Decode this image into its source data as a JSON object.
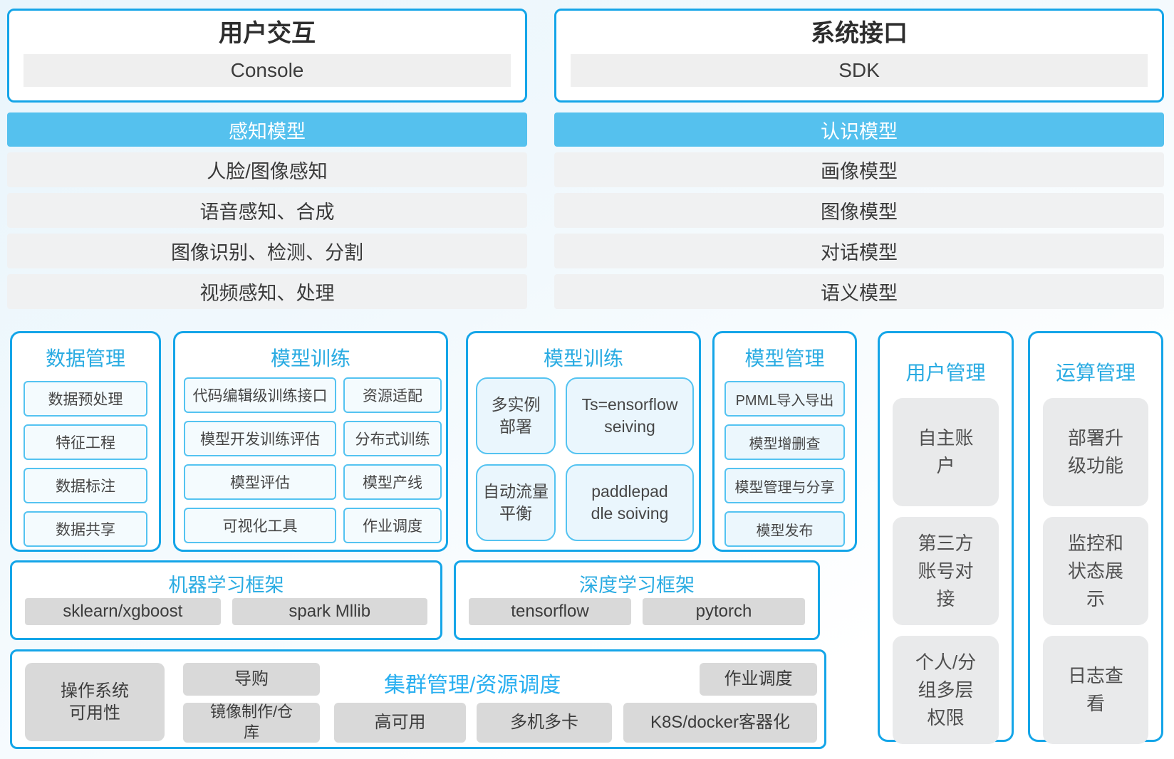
{
  "top": {
    "left": {
      "title": "用户交互",
      "sub": "Console"
    },
    "right": {
      "title": "系统接口",
      "sub": "SDK"
    }
  },
  "perception": {
    "header": "感知模型",
    "rows": [
      "人脸/图像感知",
      "语音感知、合成",
      "图像识别、检测、分割",
      "视频感知、处理"
    ]
  },
  "cognition": {
    "header": "认识模型",
    "rows": [
      "画像模型",
      "图像模型",
      "对话模型",
      "语义模型"
    ]
  },
  "panels": {
    "data_mgmt": {
      "title": "数据管理",
      "items": [
        "数据预处理",
        "特征工程",
        "数据标注",
        "数据共享"
      ]
    },
    "model_training": {
      "title": "模型训练",
      "items": [
        "代码编辑级训练接口",
        "资源适配",
        "模型开发训练评估",
        "分布式训练",
        "模型评估",
        "模型产线",
        "可视化工具",
        "作业调度"
      ]
    },
    "model_serving": {
      "title": "模型训练",
      "items": [
        "多实例\n部署",
        "Ts=ensorflow\nseiving",
        "自动流量\n平衡",
        "paddlepad\ndle soiving"
      ]
    },
    "model_mgmt": {
      "title": "模型管理",
      "items": [
        "PMML导入导出",
        "模型增删查",
        "模型管理与分享",
        "模型发布"
      ]
    },
    "user_mgmt": {
      "title": "用户管理",
      "items": [
        "自主账\n户",
        "第三方\n账号对\n接",
        "个人/分\n组多层\n权限"
      ]
    },
    "ops_mgmt": {
      "title": "运算管理",
      "items": [
        "部署升\n级功能",
        "监控和\n状态展\n示",
        "日志查\n看"
      ]
    }
  },
  "frameworks": {
    "ml": {
      "title": "机器学习框架",
      "items": [
        "sklearn/xgboost",
        "spark Mllib"
      ]
    },
    "dl": {
      "title": "深度学习框架",
      "items": [
        "tensorflow",
        "pytorch"
      ]
    }
  },
  "cluster": {
    "title": "集群管理/资源调度",
    "left_item": "操作系统\n可用性",
    "row1": [
      "导购",
      "作业调度"
    ],
    "row2": [
      "镜像制作/仓\n库",
      "高可用",
      "多机多卡",
      "K8S/docker客器化"
    ]
  },
  "colors": {
    "border_blue": "#14a5e8",
    "banner_blue": "#55c1ee",
    "title_blue": "#29abe2",
    "row_gray": "#f0f1f2",
    "item_gray": "#d9d9d9",
    "item_light_blue": "#eaf6fd"
  }
}
